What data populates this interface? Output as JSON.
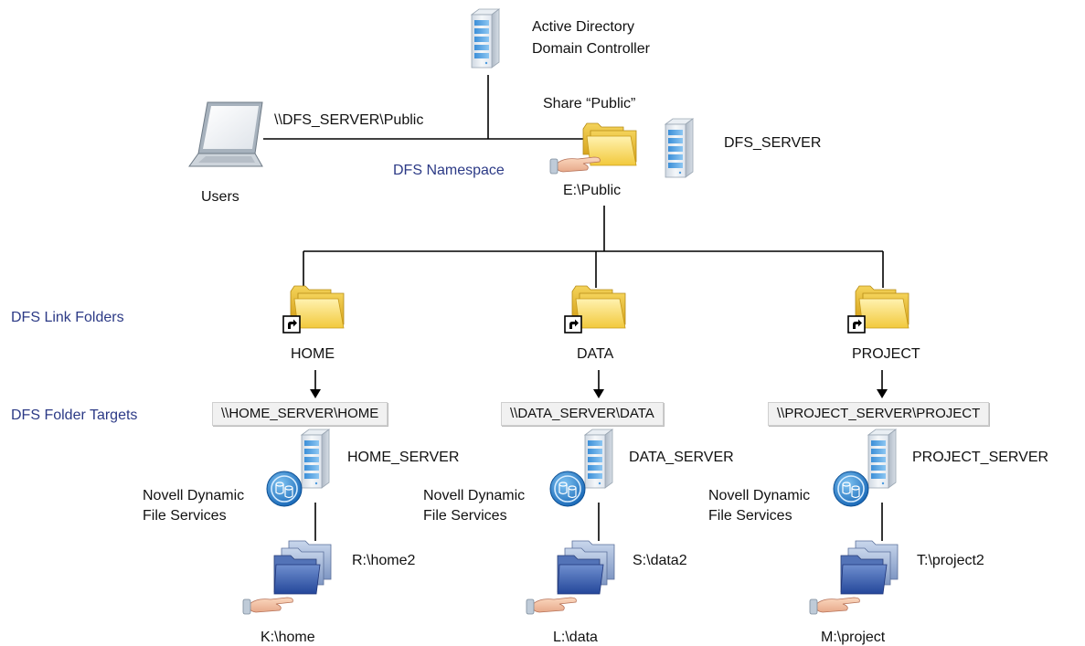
{
  "top": {
    "ad_label_line1": "Active Directory",
    "ad_label_line2": "Domain Controller",
    "unc_path": "\\\\DFS_SERVER\\Public",
    "share_label": "Share “Public”",
    "dfs_server_label": "DFS_SERVER",
    "users_label": "Users",
    "namespace_label": "DFS Namespace",
    "namespace_path": "E:\\Public"
  },
  "side_labels": {
    "link_folders": "DFS Link Folders",
    "folder_targets": "DFS Folder Targets"
  },
  "branches": [
    {
      "link": "HOME",
      "target": "\\\\HOME_SERVER\\HOME",
      "server": "HOME_SERVER",
      "service_line1": "Novell Dynamic",
      "service_line2": "File Services",
      "secondary": "R:\\home2",
      "primary": "K:\\home"
    },
    {
      "link": "DATA",
      "target": "\\\\DATA_SERVER\\DATA",
      "server": "DATA_SERVER",
      "service_line1": "Novell Dynamic",
      "service_line2": "File Services",
      "secondary": "S:\\data2",
      "primary": "L:\\data"
    },
    {
      "link": "PROJECT",
      "target": "\\\\PROJECT_SERVER\\PROJECT",
      "server": "PROJECT_SERVER",
      "service_line1": "Novell Dynamic",
      "service_line2": "File Services",
      "secondary": "T:\\project2",
      "primary": "M:\\project"
    }
  ]
}
